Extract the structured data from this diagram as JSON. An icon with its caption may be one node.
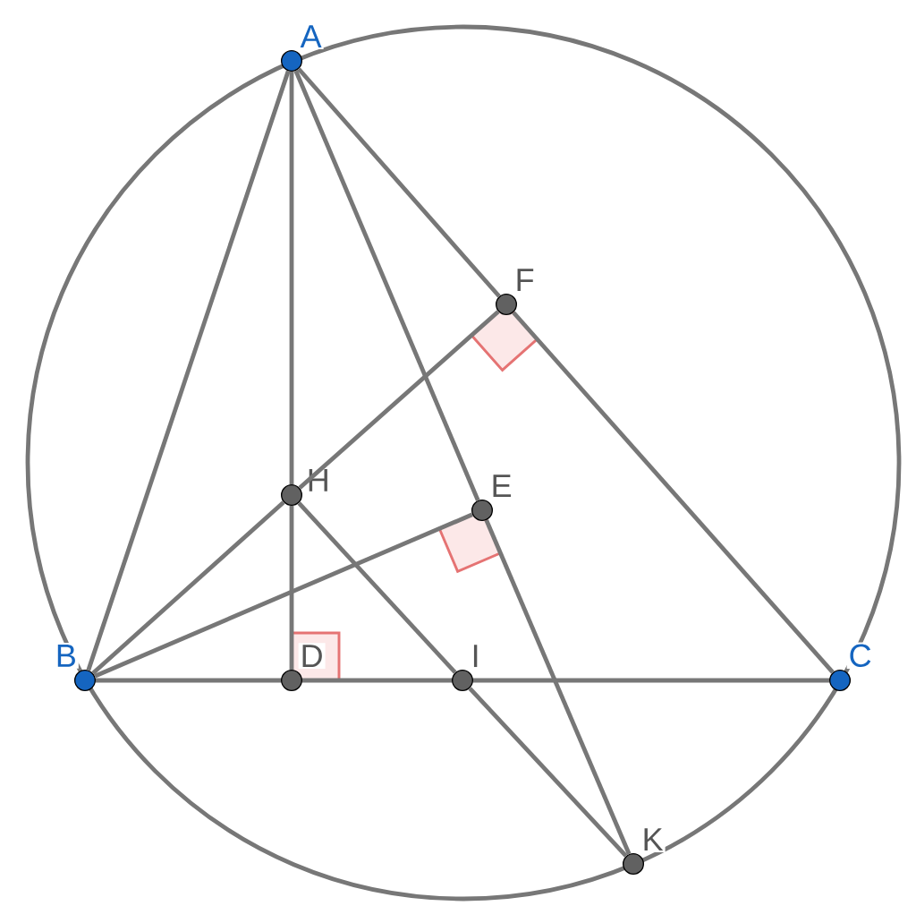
{
  "diagram": {
    "nodes": [
      {
        "text": [
          "A"
        ]
      },
      {
        "text": [
          "B"
        ]
      },
      {
        "text": [
          "C"
        ]
      },
      {
        "text": [
          "D"
        ]
      },
      {
        "text": [
          "I"
        ]
      },
      {
        "text": [
          "H"
        ]
      },
      {
        "text": [
          "E"
        ]
      },
      {
        "text": [
          "F"
        ]
      },
      {
        "text": [
          "K"
        ]
      }
    ],
    "edges": [
      {
        "from": 0,
        "to": 1,
        "arrow": "none"
      },
      {
        "from": 0,
        "to": 7,
        "arrow": "none"
      },
      {
        "from": 7,
        "to": 2,
        "arrow": "none"
      },
      {
        "from": 0,
        "to": 5,
        "arrow": "none"
      },
      {
        "from": 5,
        "to": 3,
        "arrow": "none"
      },
      {
        "from": 0,
        "to": 6,
        "arrow": "none"
      },
      {
        "from": 6,
        "to": 8,
        "arrow": "none"
      },
      {
        "from": 1,
        "to": 3,
        "arrow": "none"
      },
      {
        "from": 3,
        "to": 4,
        "arrow": "none"
      },
      {
        "from": 4,
        "to": 2,
        "arrow": "none"
      },
      {
        "from": 1,
        "to": 5,
        "arrow": "none"
      },
      {
        "from": 1,
        "to": 6,
        "arrow": "none"
      },
      {
        "from": 5,
        "to": 7,
        "arrow": "none"
      },
      {
        "from": 5,
        "to": 4,
        "arrow": "none"
      },
      {
        "from": 4,
        "to": 8,
        "arrow": "none"
      }
    ]
  }
}
